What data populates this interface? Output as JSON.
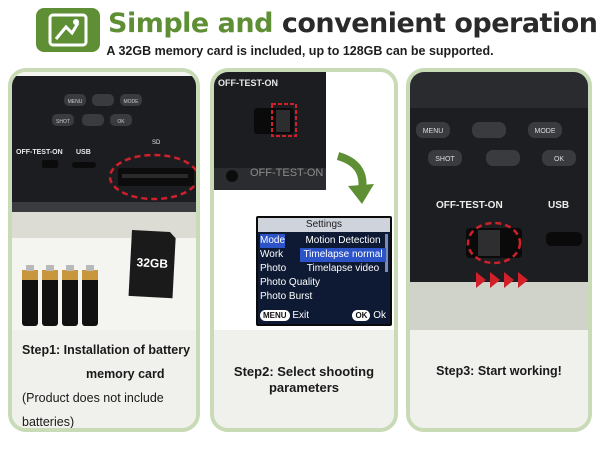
{
  "header": {
    "title_part1": "Simple and",
    "title_part2": "convenient operation",
    "subtitle": "A 32GB memory card is included, up to 128GB can be supported.",
    "accent_color": "#5f8f35"
  },
  "step1": {
    "caption_line1": "Step1: Installation of battery",
    "caption_line2": "memory card",
    "caption_line3": "(Product does not include",
    "caption_line4": "batteries)",
    "camera_labels": {
      "menu": "MENU",
      "mode": "MODE",
      "shot": "SHOT",
      "ok": "OK",
      "switch": "OFF-TEST-ON",
      "usb": "USB",
      "sd": "SD"
    },
    "card_label": "32GB"
  },
  "step2": {
    "caption_line1": "Step2: Select shooting",
    "caption_line2": "parameters",
    "switch_label": "OFF-TEST-ON",
    "menu": {
      "title": "Settings",
      "rows": [
        {
          "label": "Mode",
          "value": "Motion Detection"
        },
        {
          "label": "Work",
          "value": "Timelapse normal"
        },
        {
          "label": "Photo",
          "value": "Timelapse video"
        },
        {
          "label": "Photo Quality",
          "value": ""
        },
        {
          "label": "Photo Burst",
          "value": ""
        }
      ],
      "footer_left_key": "MENU",
      "footer_left_text": "Exit",
      "footer_right_key": "OK",
      "footer_right_text": "Ok"
    }
  },
  "step3": {
    "caption": "Step3: Start working!",
    "camera_labels": {
      "menu": "MENU",
      "mode": "MODE",
      "shot": "SHOT",
      "ok": "OK",
      "switch": "OFF-TEST-ON",
      "usb": "USB"
    }
  }
}
